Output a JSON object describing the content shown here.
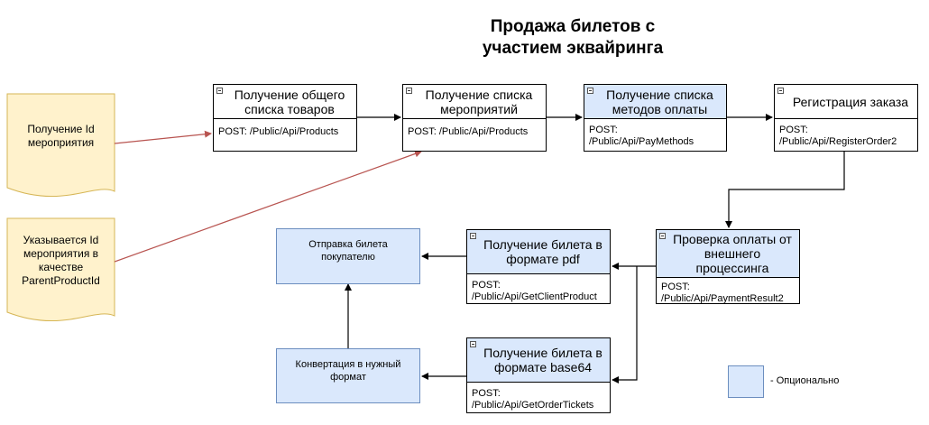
{
  "title": {
    "line1": "Продажа билетов с",
    "line2": "участием эквайринга"
  },
  "notes": [
    {
      "text": "Получение Id мероприятия"
    },
    {
      "text": "Указывается Id мероприятия в качестве ParentProductId"
    }
  ],
  "cards": {
    "products": {
      "title": "Получение общего списка товаров",
      "body": "POST:  /Public/Api/Products"
    },
    "events": {
      "title": "Получение списка мероприятий",
      "body": "POST:  /Public/Api/Products"
    },
    "paymethods": {
      "title": "Получение списка методов оплаты",
      "body": "POST:\n/Public/Api/PayMethods"
    },
    "register": {
      "title": "Регистрация заказа",
      "body": "POST:\n/Public/Api/RegisterOrder2"
    },
    "check": {
      "title": "Проверка оплаты от внешнего процессинга",
      "body": "POST:\n/Public/Api/PaymentResult2"
    },
    "pdf": {
      "title": "Получение билета в формате pdf",
      "body": "POST:\n/Public/Api/GetClientProduct"
    },
    "base64": {
      "title": "Получение билета в формате base64",
      "body": "POST:\n/Public/Api/GetOrderTickets"
    }
  },
  "boxes": {
    "send": "Отправка билета покупателю",
    "convert": "Конвертация в нужный формат"
  },
  "legend": {
    "label": "- Опционально"
  },
  "colors": {
    "optional_fill": "#dae8fc",
    "optional_stroke": "#6c8ebf",
    "note_fill": "#fff2cc",
    "note_stroke": "#d6b656",
    "link_red": "#b85450"
  }
}
